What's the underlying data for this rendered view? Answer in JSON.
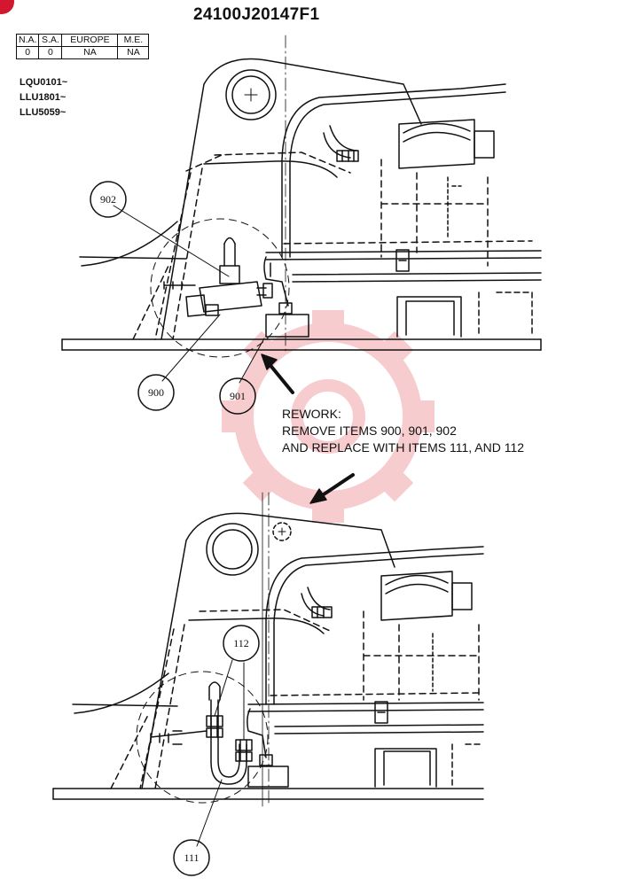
{
  "document": {
    "title": "24100J20147F1"
  },
  "region_table": {
    "headers": [
      "N.A.",
      "S.A.",
      "EUROPE",
      "M.E."
    ],
    "values": [
      "0",
      "0",
      "NA",
      "NA"
    ]
  },
  "serial_ranges": [
    "LQU0101~",
    "LLU1801~",
    "LLU5059~"
  ],
  "callouts_before": {
    "item_902": "902",
    "item_900": "900",
    "item_901": "901"
  },
  "callouts_after": {
    "item_112": "112",
    "item_111": "111"
  },
  "rework_note": {
    "line1": "REWORK:",
    "line2": "REMOVE ITEMS 900, 901, 902",
    "line3": "AND REPLACE WITH ITEMS 111, AND 112"
  },
  "colors": {
    "ink": "#111111",
    "badge": "#d3172e",
    "watermark": "#f2a3a8"
  },
  "watermark_logo": "gear-logo-watermark"
}
